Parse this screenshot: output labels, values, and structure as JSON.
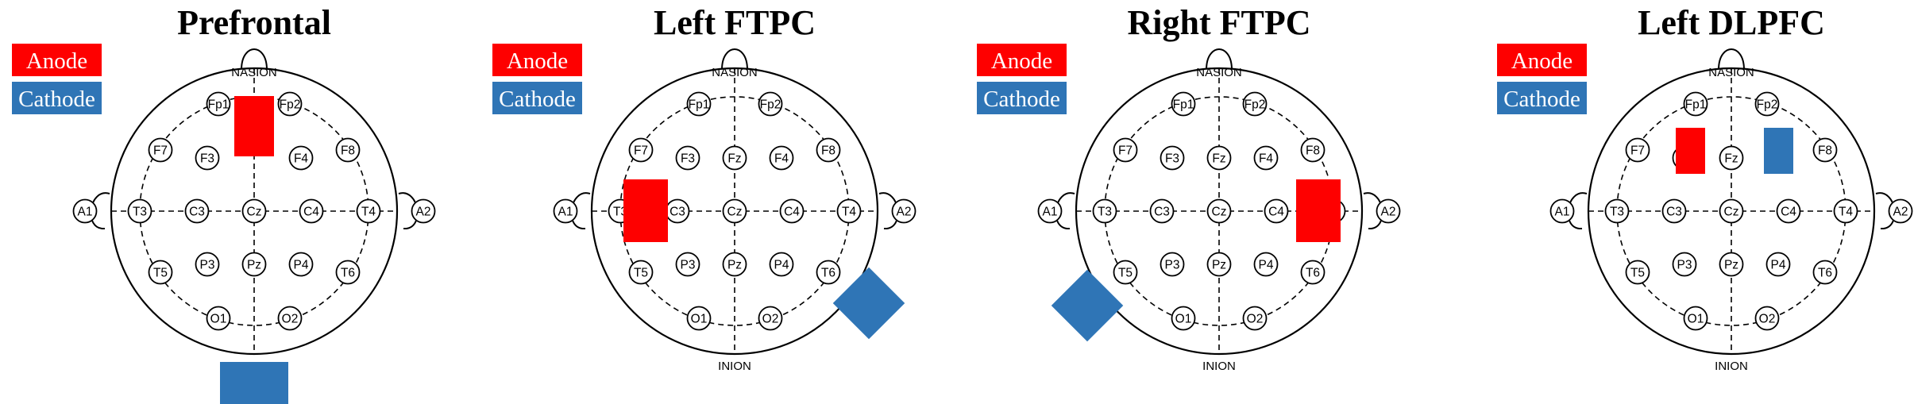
{
  "legend": {
    "anode": "Anode",
    "cathode": "Cathode"
  },
  "landmarks": {
    "front": "NASION",
    "back": "INION"
  },
  "colors": {
    "anode": "#fe0000",
    "cathode": "#2f75b6"
  },
  "electrodes": [
    "Fp1",
    "Fp2",
    "F7",
    "F3",
    "Fz",
    "F4",
    "F8",
    "A1",
    "T3",
    "C3",
    "Cz",
    "C4",
    "T4",
    "A2",
    "T5",
    "P3",
    "Pz",
    "P4",
    "T6",
    "O1",
    "O2"
  ],
  "panels": [
    {
      "title": "Prefrontal",
      "hidden": [
        "Fz"
      ],
      "anode": {
        "placement": "Fz",
        "size": "tall"
      },
      "cathode": {
        "placement": "below INION",
        "size": "wide"
      }
    },
    {
      "title": "Left FTPC",
      "hidden": [],
      "anode": {
        "placement": "T3",
        "size": "tall"
      },
      "cathode": {
        "placement": "right of T6",
        "size": "square",
        "rotated": true
      }
    },
    {
      "title": "Right FTPC",
      "hidden": [],
      "anode": {
        "placement": "T4",
        "size": "tall"
      },
      "cathode": {
        "placement": "left of T5",
        "size": "square",
        "rotated": true
      }
    },
    {
      "title": "Left DLPFC",
      "hidden": [],
      "anode": {
        "placement": "F3",
        "size": "small"
      },
      "cathode": {
        "placement": "F4",
        "size": "small"
      }
    }
  ]
}
